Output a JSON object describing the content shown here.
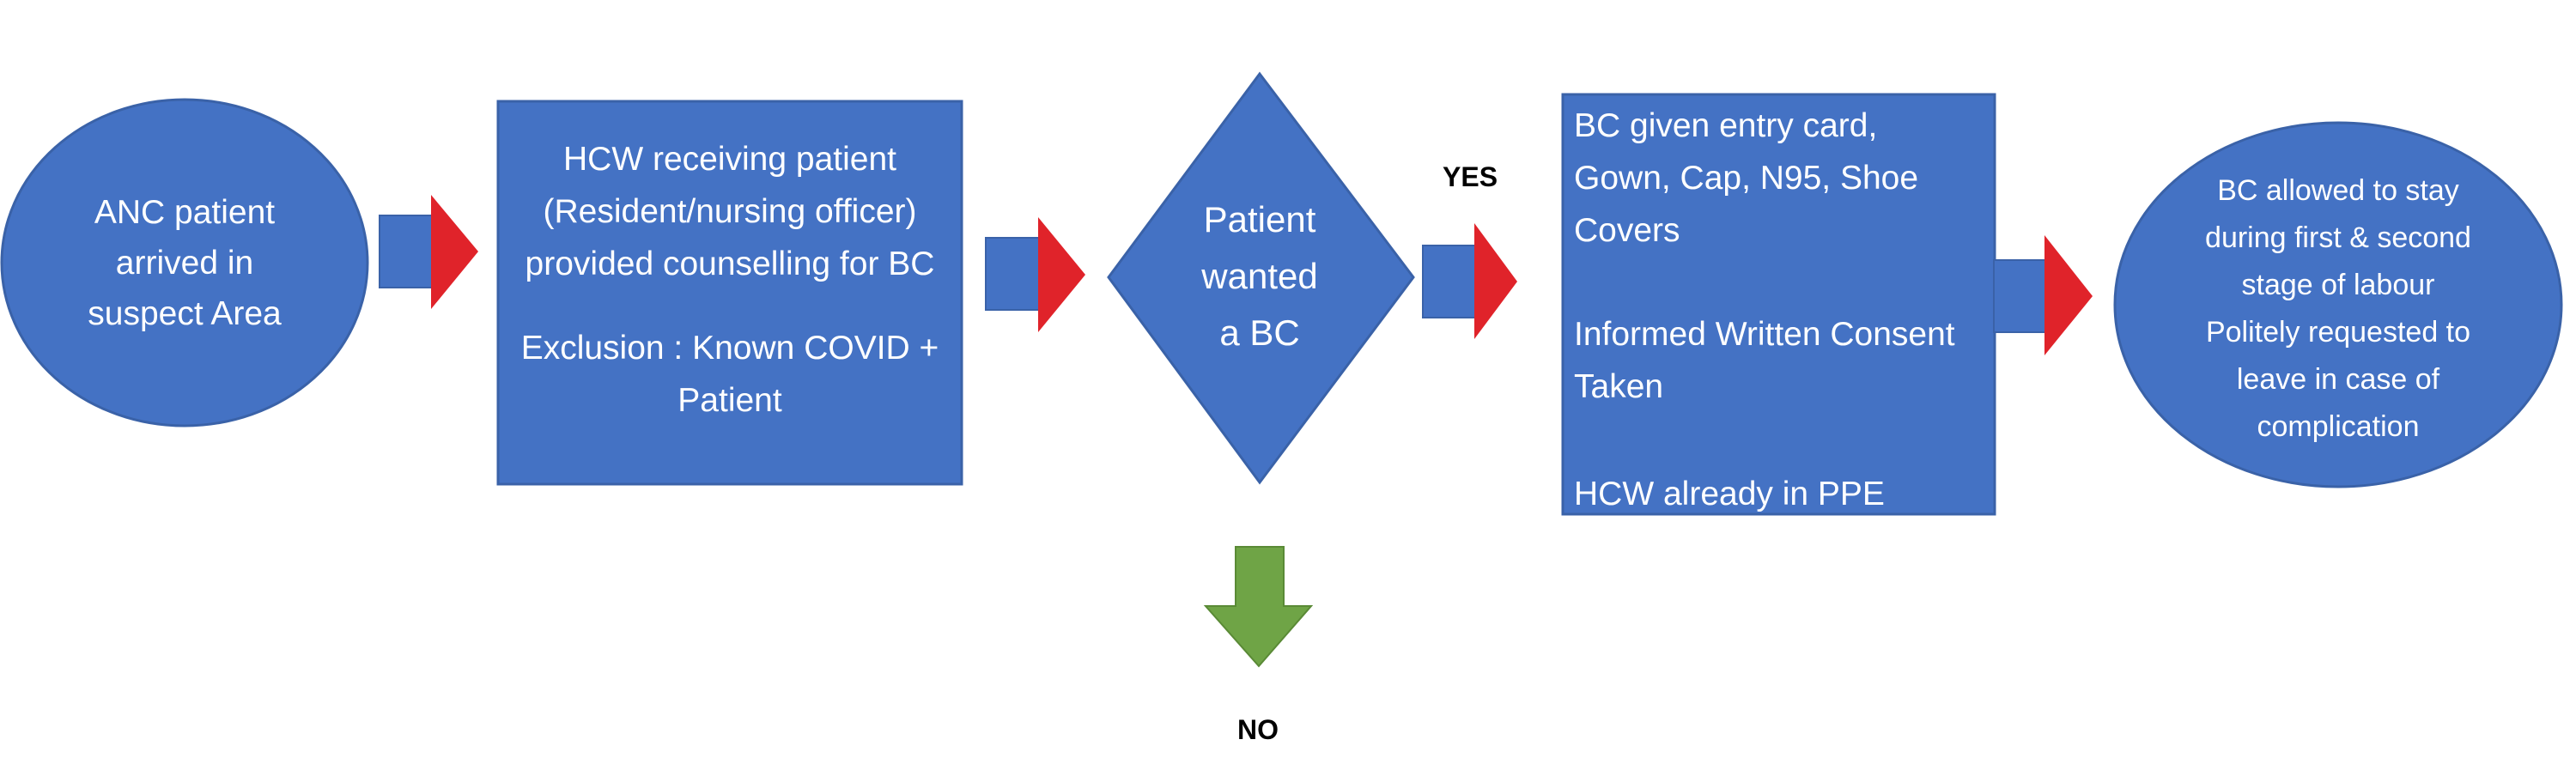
{
  "colors": {
    "node_fill": "#4472C4",
    "node_stroke": "#3A62A8",
    "arrow_body": "#4472C4",
    "arrow_head": "#E0232A",
    "no_arrow": "#6FA446",
    "text": "#FFFFFF",
    "label": "#000000"
  },
  "nodes": {
    "start": {
      "lines": [
        "ANC patient",
        "arrived in",
        "suspect Area"
      ]
    },
    "counselling": {
      "lines": [
        "HCW receiving patient",
        "(Resident/nursing officer)",
        "provided counselling for BC"
      ],
      "exclusion": [
        "Exclusion : Known COVID +",
        "Patient"
      ]
    },
    "decision": {
      "lines": [
        "Patient",
        "wanted",
        "a BC"
      ]
    },
    "entry": {
      "para1": [
        "BC given entry card,",
        "Gown, Cap, N95, Shoe",
        "Covers"
      ],
      "para2": [
        "Informed Written Consent",
        "Taken"
      ],
      "para3": [
        "HCW already in PPE"
      ]
    },
    "outcome": {
      "lines": [
        "BC allowed to stay",
        "during  first & second",
        "stage of labour",
        "Politely requested to",
        "leave in case of",
        "complication"
      ]
    }
  },
  "labels": {
    "yes": "YES",
    "no": "NO"
  },
  "icons": {
    "flow_arrow": "arrow-right-icon",
    "no_arrow": "arrow-down-icon"
  }
}
